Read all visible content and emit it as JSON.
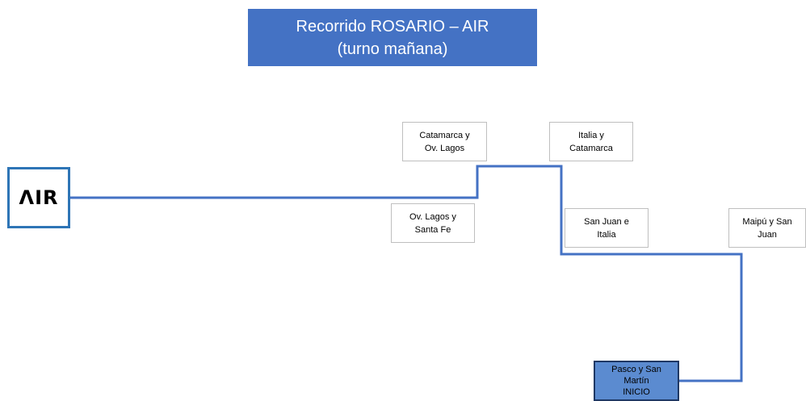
{
  "title": {
    "line1": "Recorrido ROSARIO – AIR",
    "line2": "(turno mañana)"
  },
  "logo": {
    "text": "ΛΙR"
  },
  "stops": {
    "catamarca_ov_lagos": {
      "line1": "Catamarca y",
      "line2": "Ov. Lagos"
    },
    "italia_catamarca": {
      "line1": "Italia y",
      "line2": "Catamarca"
    },
    "ov_lagos_santa_fe": {
      "line1": "Ov. Lagos y",
      "line2": "Santa Fe"
    },
    "san_juan_italia": {
      "line1": "San Juan e",
      "line2": "Italia"
    },
    "maipu_san_juan": {
      "line1": "Maipú y San",
      "line2": "Juan"
    },
    "pasco_san_martin": {
      "line1": "Pasco y San",
      "line2": "Martín",
      "line3": "INICIO"
    }
  },
  "colors": {
    "route": "#4472C4",
    "title_bg": "#4472C4",
    "start_bg": "#5B8BD0",
    "logo_border": "#2E75B6"
  }
}
